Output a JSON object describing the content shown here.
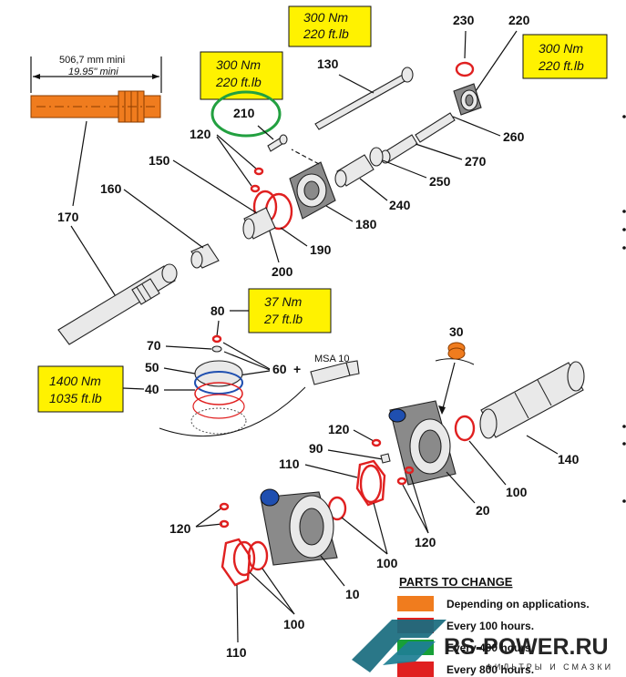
{
  "dimension": {
    "value": "506,7 mm mini",
    "value_imperial": "19.95\" mini"
  },
  "torques": [
    {
      "id": "torque-130",
      "nm": "300 Nm",
      "ftlb": "220 ft.lb"
    },
    {
      "id": "torque-220",
      "nm": "300 Nm",
      "ftlb": "220 ft.lb"
    },
    {
      "id": "torque-210",
      "nm": "300 Nm",
      "ftlb": "220 ft.lb"
    },
    {
      "id": "torque-80",
      "nm": "37 Nm",
      "ftlb": "27  ft.lb"
    },
    {
      "id": "torque-40",
      "nm": "1400 Nm",
      "ftlb": "1035 ft.lb"
    }
  ],
  "callouts": {
    "c230": "230",
    "c220": "220",
    "c130": "130",
    "c210": "210",
    "c260": "260",
    "c120a": "120",
    "c150": "150",
    "c270": "270",
    "c160": "160",
    "c250": "250",
    "c240": "240",
    "c180": "180",
    "c170": "170",
    "c190": "190",
    "c200": "200",
    "c80": "80",
    "c70": "70",
    "c60": "60",
    "c50": "50",
    "c40": "40",
    "c30": "30",
    "c120b": "120",
    "c90": "90",
    "c110a": "110",
    "c140": "140",
    "c100a": "100",
    "c20": "20",
    "c120c": "120",
    "c120d": "120",
    "c100b": "100",
    "c10": "10",
    "c100c": "100",
    "c110b": "110"
  },
  "plus_sign": "+",
  "grease": "MSA 10",
  "legend": {
    "title": "PARTS TO CHANGE",
    "items": [
      {
        "label": "Depending on applications.",
        "color": "#f07c1e"
      },
      {
        "label": "Every 100 hours.",
        "color": "#e02020"
      },
      {
        "label": "Every 400 hours.",
        "color": "#18a038"
      },
      {
        "label": "Every 800 hours.",
        "color": "#e02020"
      }
    ]
  },
  "watermark": {
    "brand": "RS-POWER.RU",
    "tagline": "ФИЛЬТРЫ И СМАЗКИ"
  },
  "colors": {
    "orange": "#f07c1e",
    "red": "#e02020",
    "green": "#18a038",
    "yellow": "#fff200",
    "blue": "#1f4fb0"
  }
}
